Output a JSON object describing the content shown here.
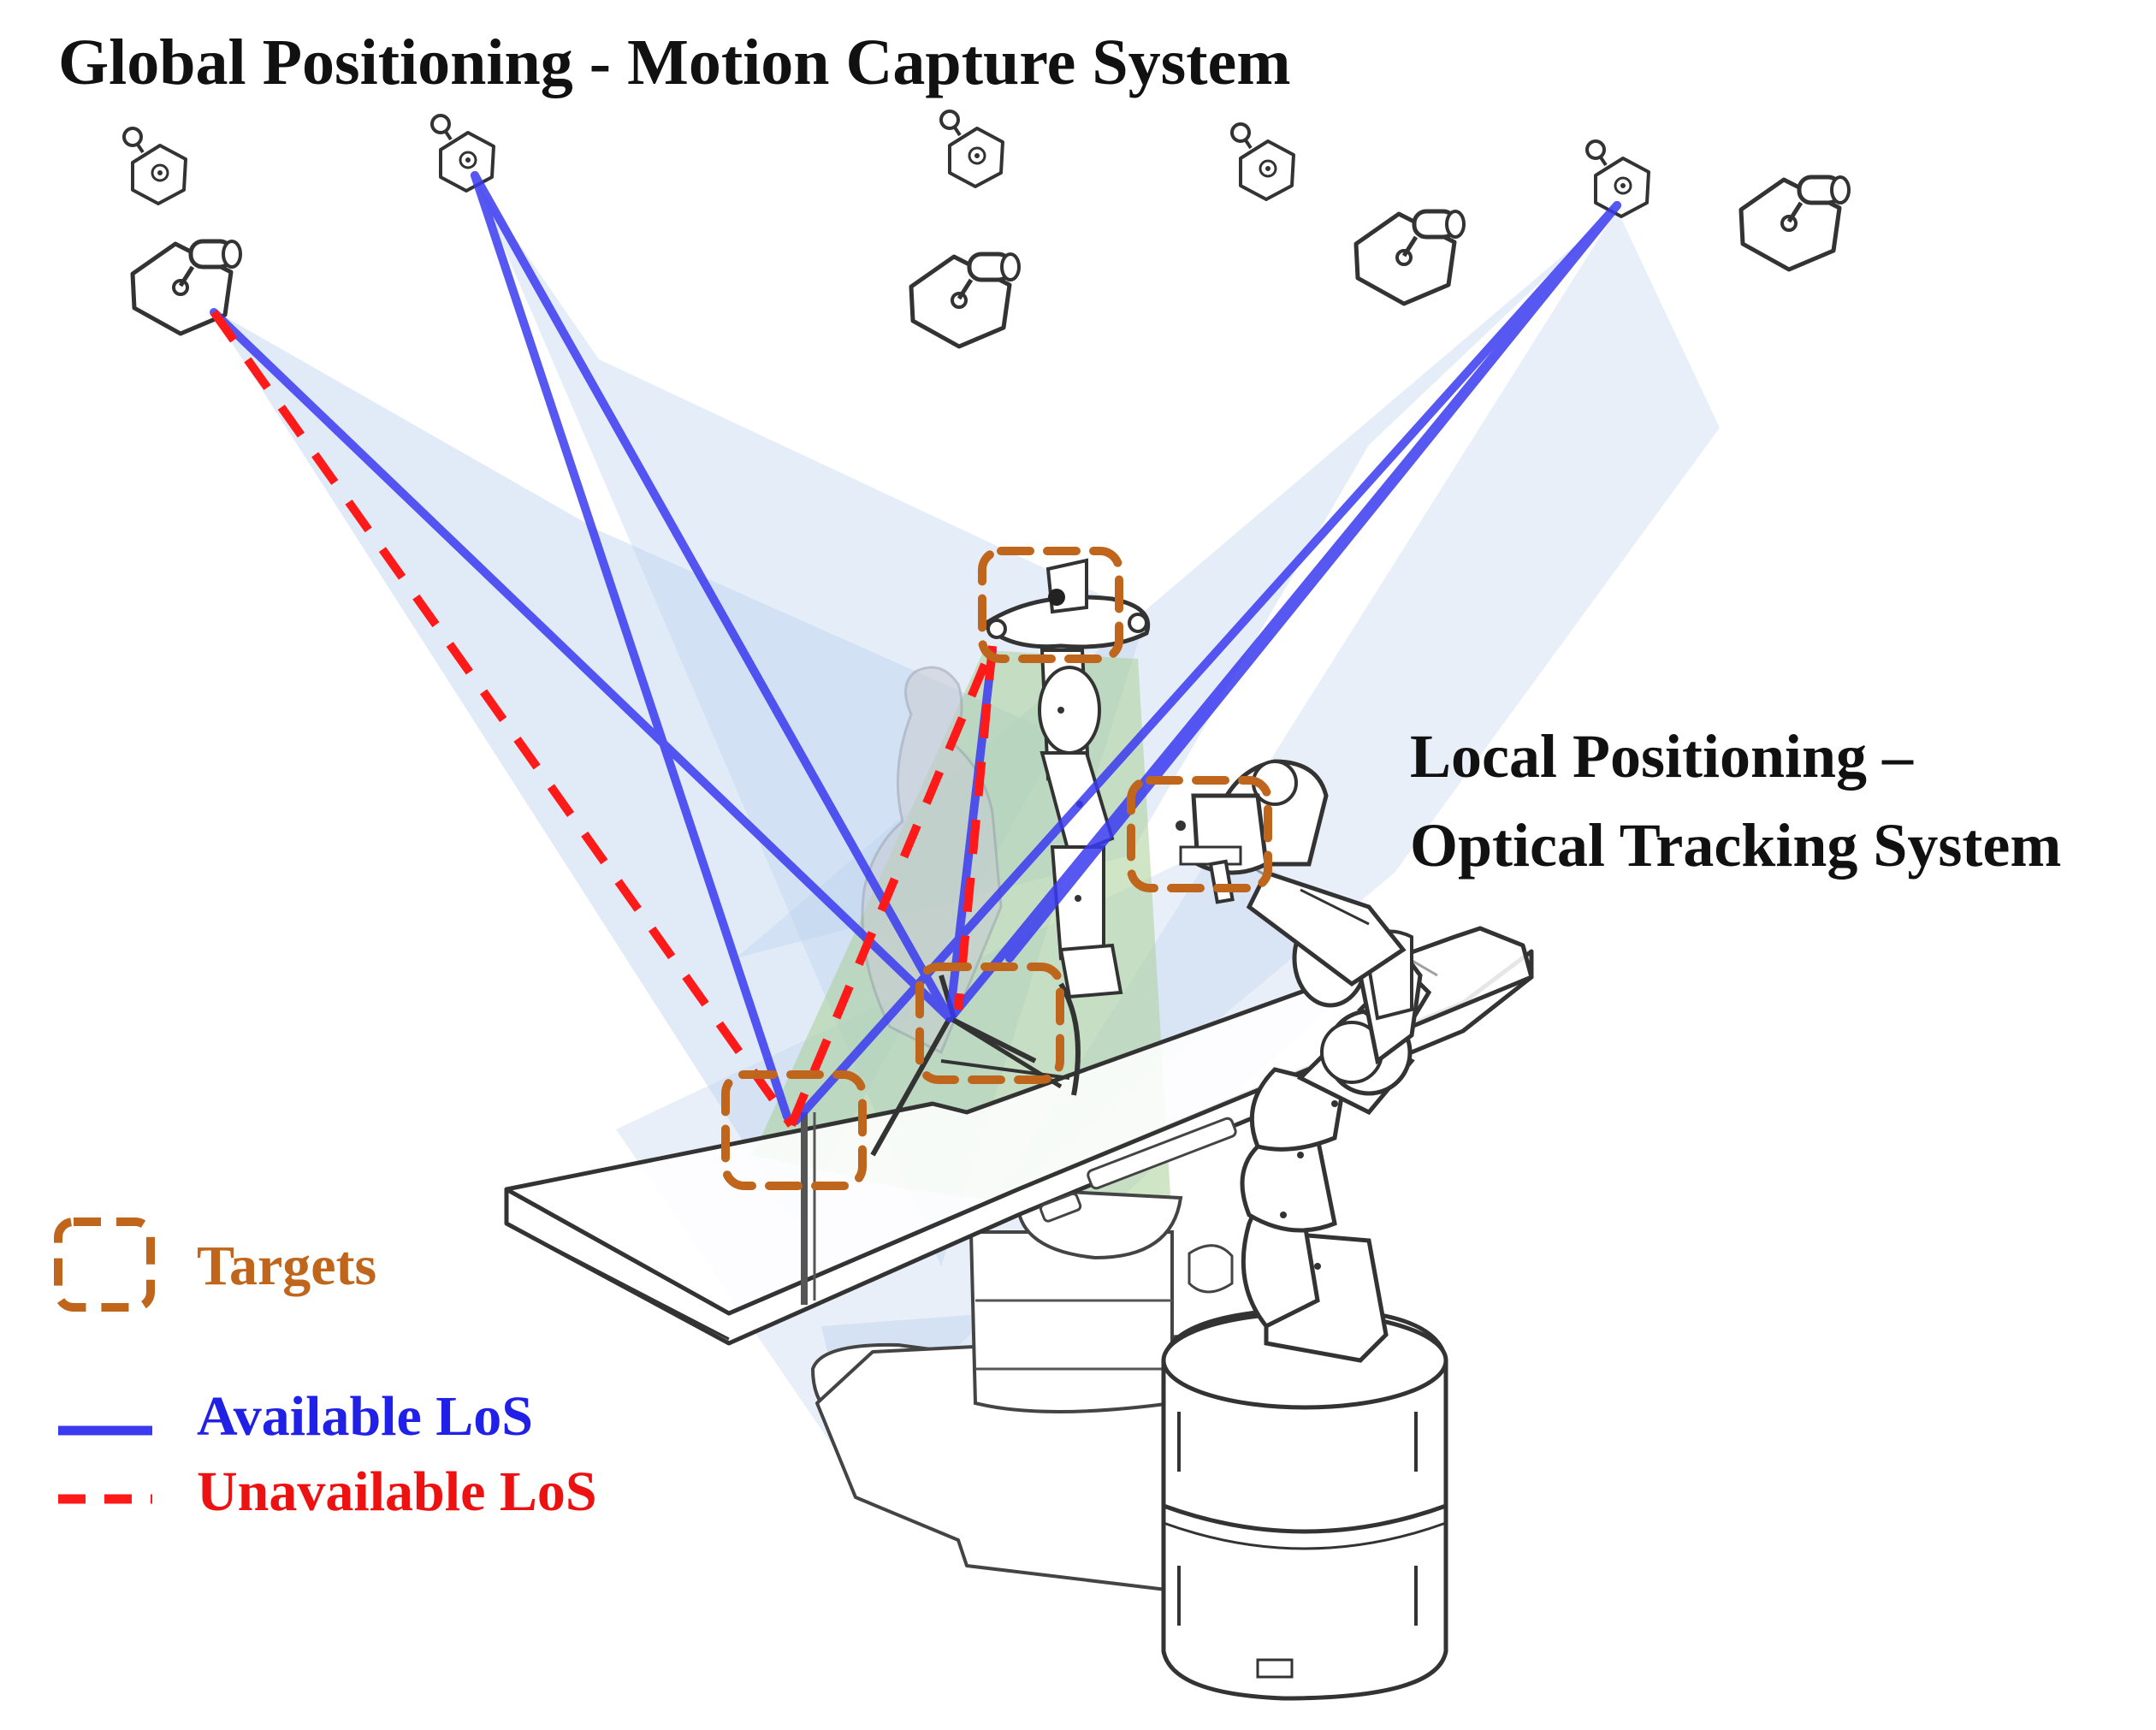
{
  "titles": {
    "global": "Global Positioning - Motion Capture System",
    "local_line1": "Local Positioning –",
    "local_line2": "Optical Tracking System"
  },
  "legend": {
    "targets": "Targets",
    "available": "Available LoS",
    "unavailable": "Unavailable LoS"
  },
  "colors": {
    "target": "#c0651c",
    "available": "#3a3af0",
    "unavailable": "#ff1a1a",
    "fov_blue": "#bcd2ee",
    "fov_green": "#a9cf98",
    "outline": "#333333"
  },
  "icons": {
    "camera": "mocap-camera-icon",
    "robot": "robot-arm-icon",
    "table": "surgical-table-icon",
    "patient": "patient-figure-icon"
  }
}
